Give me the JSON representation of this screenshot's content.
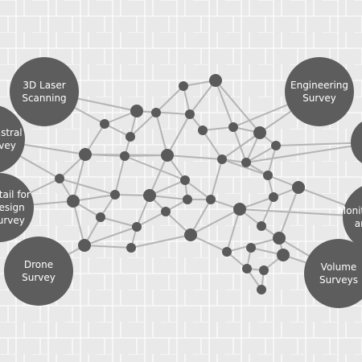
{
  "diagram": {
    "colors": {
      "background": "#e9e9e9",
      "pattern_line": "#ffffff",
      "link": "#b4b4b4",
      "node": "#5a5a5a",
      "circle": "#5d5d5d",
      "circle_text": "#ffffff"
    },
    "services": {
      "laser": "3D Laser\nScanning",
      "cadastral": "Cadastral\nSurvey",
      "design": "Detail for\nDesign\nSurvey",
      "drone": "Drone\nSurvey",
      "engineering": "Engineering\nSurvey",
      "right_top": "",
      "monitoring": "Monitoring\nand",
      "volume": "Volume\nSurveys"
    }
  }
}
